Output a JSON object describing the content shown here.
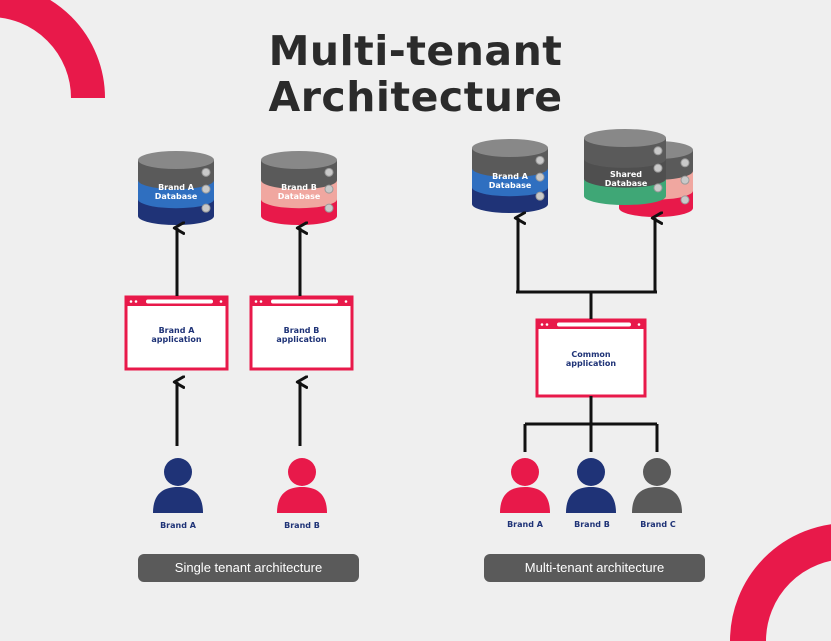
{
  "title": {
    "line1": "Multi-tenant",
    "line2": "Architecture"
  },
  "colors": {
    "background": "#efefef",
    "accent": "#e8194a",
    "navy": "#1f3377",
    "blue": "#2f6fc0",
    "pink": "#f0a7a0",
    "green": "#3fa776",
    "dark_gray": "#4f4f4f",
    "gray": "#5a5a5a",
    "black": "#111111"
  },
  "single_tenant": {
    "caption": "Single tenant architecture",
    "databases": [
      {
        "line1": "Brand A",
        "line2": "Database",
        "band_color": "#2f6fc0",
        "bottom_color": "#1f3377"
      },
      {
        "line1": "Brand B",
        "line2": "Database",
        "band_color": "#f0a7a0",
        "bottom_color": "#e8194a"
      }
    ],
    "applications": [
      {
        "line1": "Brand A",
        "line2": "application"
      },
      {
        "line1": "Brand B",
        "line2": "application"
      }
    ],
    "users": [
      {
        "label": "Brand A",
        "color": "#1f3377"
      },
      {
        "label": "Brand B",
        "color": "#e8194a"
      }
    ]
  },
  "multi_tenant": {
    "caption": "Multi-tenant architecture",
    "databases": [
      {
        "line1": "Brand A",
        "line2": "Database",
        "band_color": "#2f6fc0",
        "bottom_color": "#1f3377"
      },
      {
        "line1": "Shared",
        "line2": "Database",
        "band_color": "#4f4f4f",
        "bottom_color": "#3fa776"
      }
    ],
    "application": {
      "line1": "Common",
      "line2": "application"
    },
    "users": [
      {
        "label": "Brand A",
        "color": "#e8194a"
      },
      {
        "label": "Brand B",
        "color": "#1f3377"
      },
      {
        "label": "Brand C",
        "color": "#5a5a5a"
      }
    ]
  }
}
